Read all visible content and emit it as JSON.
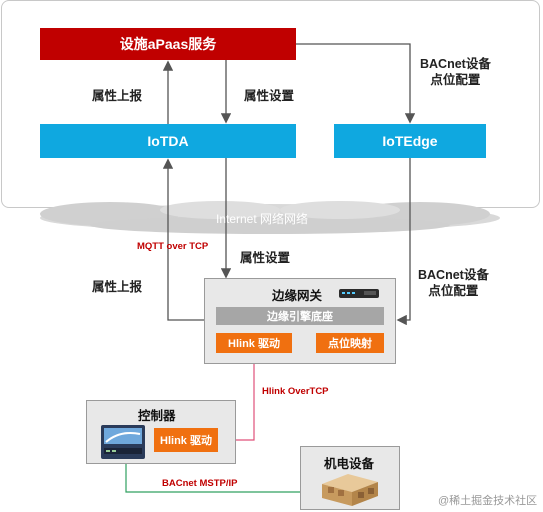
{
  "services": {
    "apaas": "设施aPaas服务",
    "iotda": "IoTDA",
    "iotedge": "IoTEdge"
  },
  "labels": {
    "report_top": "属性上报",
    "set_top": "属性设置",
    "bacnet_config_top_line1": "BACnet设备",
    "bacnet_config_top_line2": "点位配置",
    "internet": "Internet 网络网络",
    "mqtt": "MQTT over TCP",
    "set_mid": "属性设置",
    "report_mid": "属性上报",
    "bacnet_config_mid_line1": "BACnet设备",
    "bacnet_config_mid_line2": "点位配置",
    "hlink_overtcp": "Hlink OverTCP",
    "bacnet_mstp": "BACnet MSTP/IP"
  },
  "gateway": {
    "title": "边缘网关",
    "engine": "边缘引擎底座",
    "hlink_driver": "Hlink 驱动",
    "point_mapping": "点位映射"
  },
  "controller": {
    "title": "控制器",
    "hlink_driver": "Hlink 驱动"
  },
  "equipment": {
    "title": "机电设备"
  },
  "watermark": "@稀土掘金技术社区",
  "colors": {
    "red": "#c00000",
    "blue": "#0fa8e0",
    "orange": "#f07010",
    "gray": "#a6a6a6",
    "pink_line": "#e0507a",
    "green_line": "#30a060"
  }
}
